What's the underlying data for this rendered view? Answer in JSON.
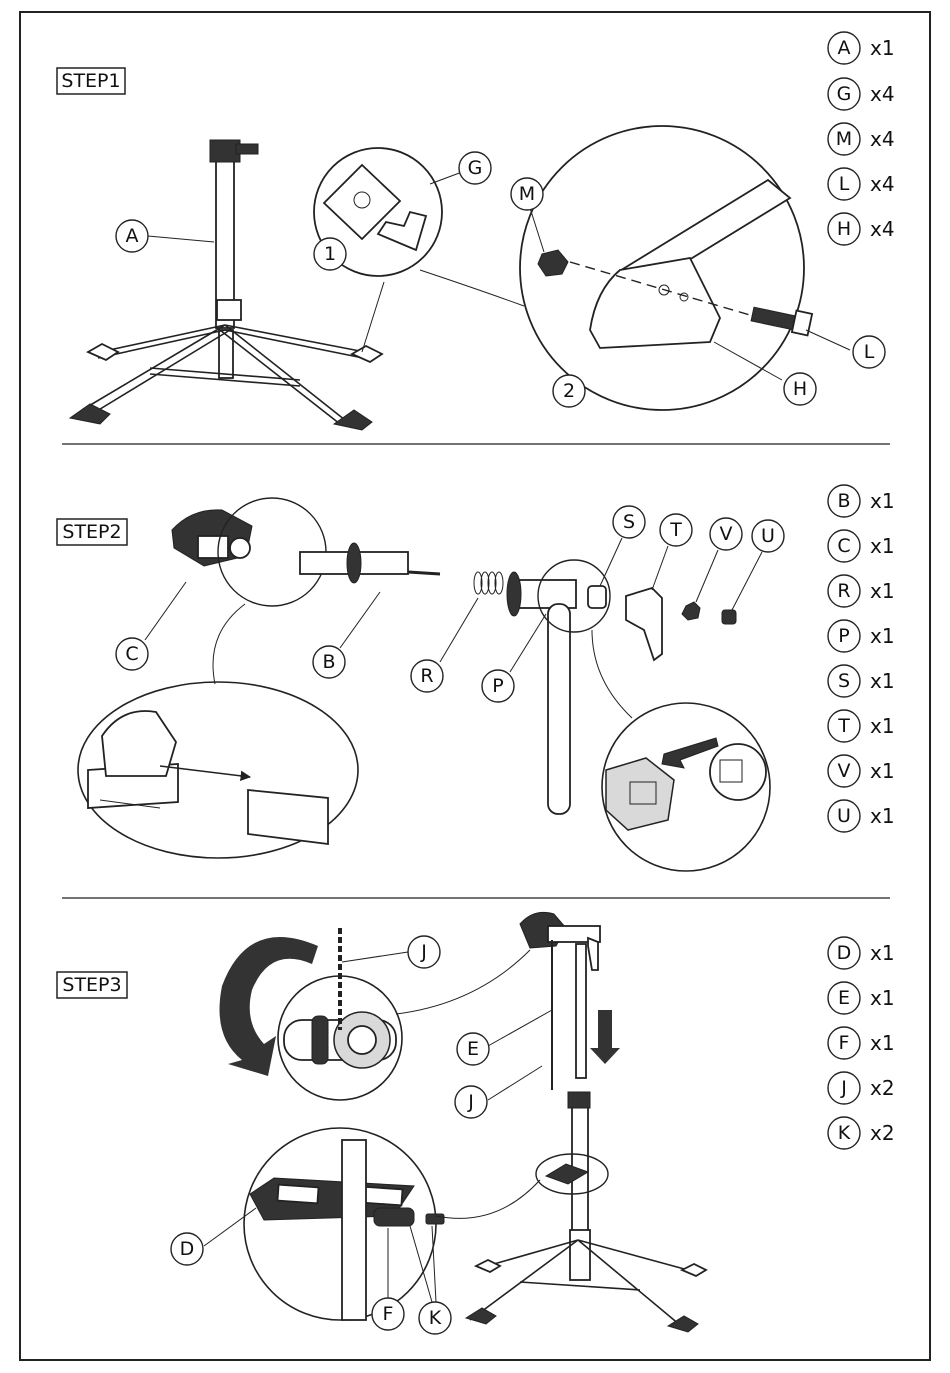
{
  "steps": [
    {
      "title": "STEP1",
      "parts": [
        {
          "letter": "A",
          "qty": "x1"
        },
        {
          "letter": "G",
          "qty": "x4"
        },
        {
          "letter": "M",
          "qty": "x4"
        },
        {
          "letter": "L",
          "qty": "x4"
        },
        {
          "letter": "H",
          "qty": "x4"
        }
      ],
      "callouts": [
        "A",
        "G",
        "1",
        "M",
        "L",
        "H",
        "2"
      ]
    },
    {
      "title": "STEP2",
      "parts": [
        {
          "letter": "B",
          "qty": "x1"
        },
        {
          "letter": "C",
          "qty": "x1"
        },
        {
          "letter": "R",
          "qty": "x1"
        },
        {
          "letter": "P",
          "qty": "x1"
        },
        {
          "letter": "S",
          "qty": "x1"
        },
        {
          "letter": "T",
          "qty": "x1"
        },
        {
          "letter": "V",
          "qty": "x1"
        },
        {
          "letter": "U",
          "qty": "x1"
        }
      ],
      "callouts": [
        "C",
        "B",
        "R",
        "P",
        "S",
        "T",
        "V",
        "U"
      ]
    },
    {
      "title": "STEP3",
      "parts": [
        {
          "letter": "D",
          "qty": "x1"
        },
        {
          "letter": "E",
          "qty": "x1"
        },
        {
          "letter": "F",
          "qty": "x1"
        },
        {
          "letter": "J",
          "qty": "x2"
        },
        {
          "letter": "K",
          "qty": "x2"
        }
      ],
      "callouts": [
        "J",
        "E",
        "J",
        "D",
        "F",
        "K"
      ]
    }
  ]
}
